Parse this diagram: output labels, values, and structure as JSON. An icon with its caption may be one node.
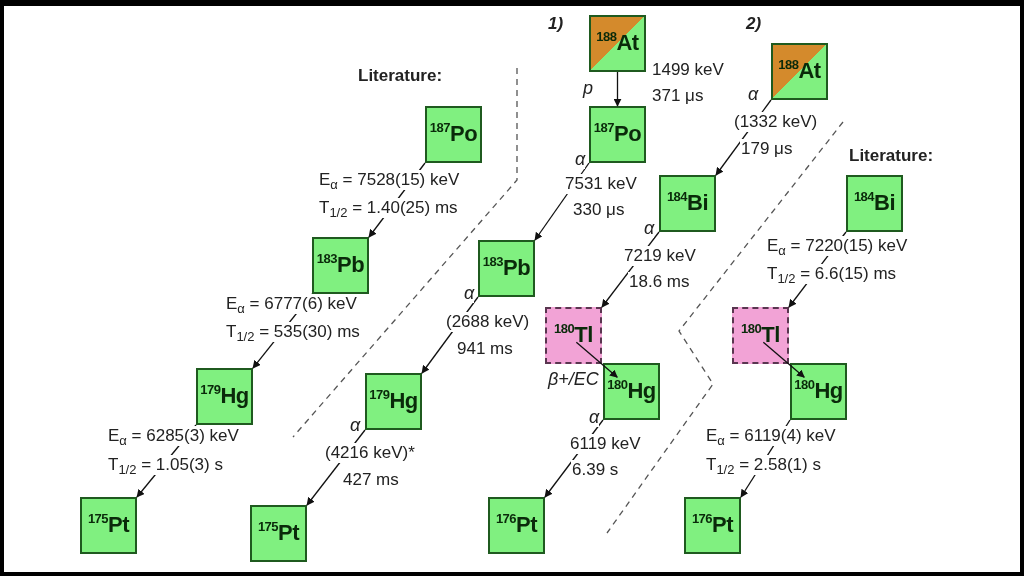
{
  "diagram": {
    "nodes": [
      {
        "text": [
          "$^{187}$Po"
        ]
      },
      {
        "text": [
          "$^{183}$Pb"
        ]
      },
      {
        "text": [
          "$^{179}$Hg"
        ]
      },
      {
        "text": [
          "$^{175}$Pt"
        ]
      },
      {
        "text": [
          "$^{188}$At"
        ]
      },
      {
        "text": [
          "$^{187}$Po"
        ]
      },
      {
        "text": [
          "$^{183}$Pb"
        ]
      },
      {
        "text": [
          "$^{179}$Hg"
        ]
      },
      {
        "text": [
          "$^{175}$Pt"
        ]
      },
      {
        "text": [
          "$^{188}$At"
        ]
      },
      {
        "text": [
          "$^{184}$Bi"
        ]
      },
      {
        "text": [
          "$^{180}$Tl"
        ]
      },
      {
        "text": [
          "$^{180}$Hg"
        ]
      },
      {
        "text": [
          "$^{176}$Pt"
        ]
      },
      {
        "text": [
          "$^{184}$Bi"
        ]
      },
      {
        "text": [
          "$^{180}$Tl"
        ]
      },
      {
        "text": [
          "$^{180}$Hg"
        ]
      },
      {
        "text": [
          "$^{176}$Pt"
        ]
      }
    ],
    "edges": [
      {
        "from": 0,
        "to": 1,
        "arrow": "to"
      },
      {
        "from": 1,
        "to": 2,
        "arrow": "to"
      },
      {
        "from": 2,
        "to": 3,
        "arrow": "to"
      },
      {
        "from": 4,
        "to": 5,
        "arrow": "to",
        "label": "p"
      },
      {
        "from": 5,
        "to": 6,
        "arrow": "to",
        "label": "α"
      },
      {
        "from": 6,
        "to": 7,
        "arrow": "to",
        "label": "α"
      },
      {
        "from": 7,
        "to": 8,
        "arrow": "to",
        "label": "α"
      },
      {
        "from": 9,
        "to": 10,
        "arrow": "to",
        "label": "α"
      },
      {
        "from": 10,
        "to": 11,
        "arrow": "to",
        "label": "α"
      },
      {
        "from": 11,
        "to": 12,
        "arrow": "to",
        "label": "β+/EC"
      },
      {
        "from": 12,
        "to": 13,
        "arrow": "to",
        "label": "α"
      },
      {
        "from": 14,
        "to": 15,
        "arrow": "to"
      },
      {
        "from": 15,
        "to": 16,
        "arrow": "to"
      },
      {
        "from": 16,
        "to": 17,
        "arrow": "to"
      }
    ],
    "labels": [
      "1)",
      "2)",
      "1499 keV",
      "371 μs",
      "Literature:",
      "(1332 keV)",
      "179 μs",
      "Literature:",
      "E$_{α}$ = 7528(15) keV",
      "T$_{1/2}$ = 1.40(25) ms",
      "7531 keV",
      "330 μs",
      "E$_{α}$ = 7220(15) keV",
      "T$_{1/2}$ = 6.6(15) ms",
      "7219 keV",
      "18.6 ms",
      "E$_{α}$ = 6777(6) keV",
      "T$_{1/2}$ = 535(30) ms",
      "(2688 keV)",
      "941 ms",
      "E$_{α}$ = 6285(3) keV",
      "T$_{1/2}$ = 1.05(3) s",
      "(4216 keV)*",
      "427 ms",
      "6119 keV",
      "6.39 s",
      "E$_{α}$ = 6119(4) keV",
      "T$_{1/2}$ = 2.58(1) s"
    ]
  }
}
